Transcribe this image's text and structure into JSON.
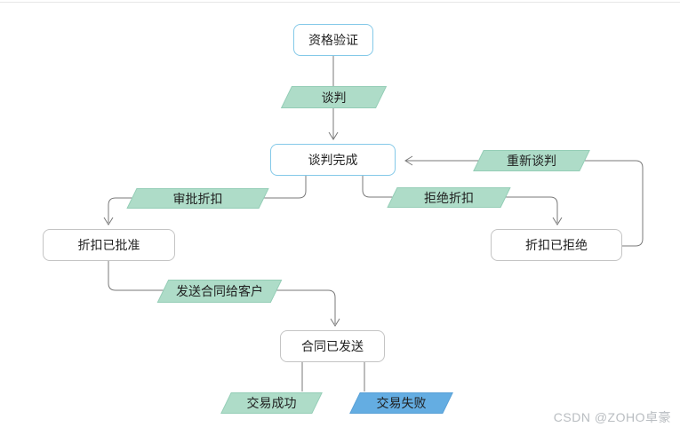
{
  "diagram": {
    "type": "flowchart",
    "nodes": {
      "qualification": "资格验证",
      "negotiation": "谈判",
      "negotiation_done": "谈判完成",
      "renegotiate": "重新谈判",
      "approve_discount": "审批折扣",
      "reject_discount": "拒绝折扣",
      "discount_approved": "折扣已批准",
      "discount_rejected": "折扣已拒绝",
      "send_contract": "发送合同给客户",
      "contract_sent": "合同已发送",
      "deal_won": "交易成功",
      "deal_lost": "交易失败"
    },
    "edges": [
      {
        "from": "资格验证",
        "via": "谈判",
        "to": "谈判完成"
      },
      {
        "from": "谈判完成",
        "via": "审批折扣",
        "to": "折扣已批准"
      },
      {
        "from": "谈判完成",
        "via": "拒绝折扣",
        "to": "折扣已拒绝"
      },
      {
        "from": "折扣已拒绝",
        "via": "重新谈判",
        "to": "谈判完成"
      },
      {
        "from": "折扣已批准",
        "via": "发送合同给客户",
        "to": "合同已发送"
      },
      {
        "from": "合同已发送",
        "to": "交易成功"
      },
      {
        "from": "合同已发送",
        "to": "交易失败"
      }
    ],
    "colors": {
      "state_border_blue": "#84c9e8",
      "state_border_grey": "#c4c4c4",
      "transition_green_fill": "#aedcc8",
      "transition_green_border": "#94cdb6",
      "transition_blue_fill": "#64ade2",
      "transition_blue_border": "#5aa0d6",
      "connector": "#7a7a7a",
      "text": "#1f1f1f"
    },
    "watermark": "CSDN @ZOHO卓豪"
  }
}
